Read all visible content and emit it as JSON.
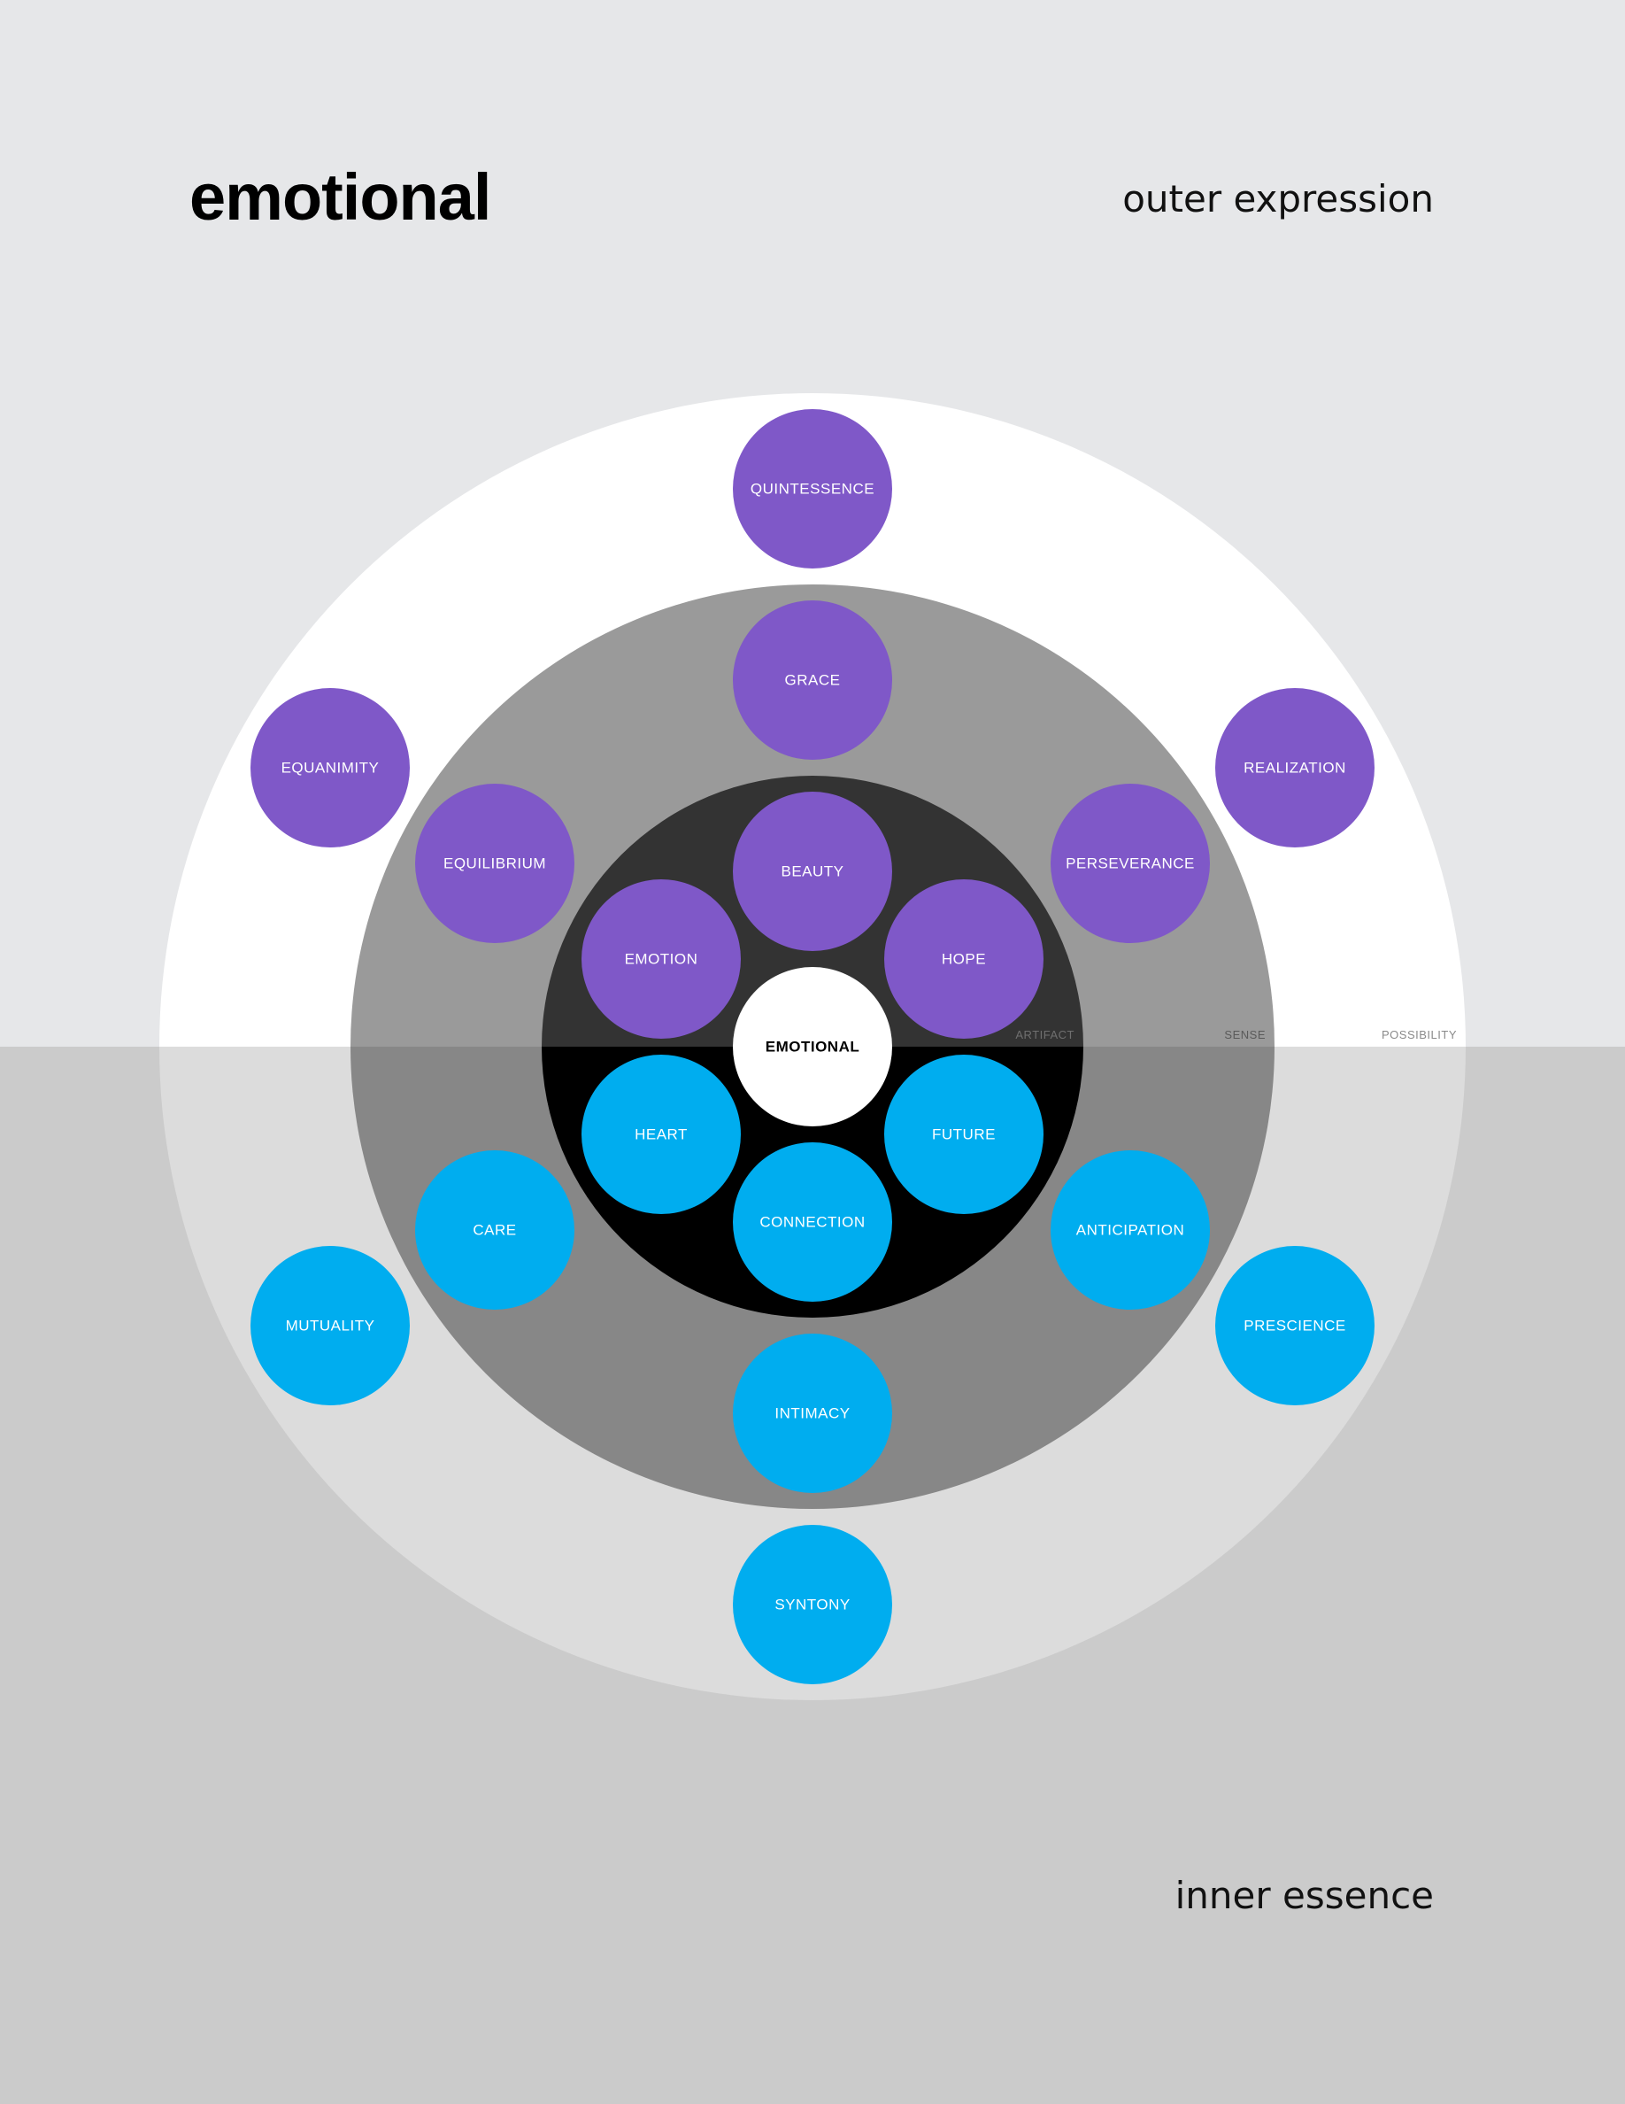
{
  "header": {
    "title": "emotional",
    "outer_label": "outer expression",
    "inner_label": "inner essence"
  },
  "colors": {
    "upper_bg": "#e6e7e9",
    "lower_bg": "#cbcbcb",
    "outer_ring_upper": "#ffffff",
    "outer_ring_lower": "#dcdcdc",
    "middle_ring_upper": "#9a9a9a",
    "middle_ring_lower": "#878787",
    "inner_ring_upper": "#333333",
    "inner_ring_lower": "#000000",
    "purple": "#7f58c8",
    "blue": "#00adef",
    "center": "#ffffff"
  },
  "ring_labels": [
    "ARTIFACT",
    "SENSE",
    "POSSIBILITY"
  ],
  "center": {
    "label": "EMOTIONAL"
  },
  "nodes": {
    "outer_expression": {
      "inner": [
        "BEAUTY",
        "EMOTION",
        "HOPE"
      ],
      "middle": [
        "GRACE",
        "EQUILIBRIUM",
        "PERSEVERANCE"
      ],
      "outer": [
        "QUINTESSENCE",
        "EQUANIMITY",
        "REALIZATION"
      ]
    },
    "inner_essence": {
      "inner": [
        "CONNECTION",
        "HEART",
        "FUTURE"
      ],
      "middle": [
        "INTIMACY",
        "CARE",
        "ANTICIPATION"
      ],
      "outer": [
        "SYNTONY",
        "MUTUALITY",
        "PRESCIENCE"
      ]
    }
  }
}
